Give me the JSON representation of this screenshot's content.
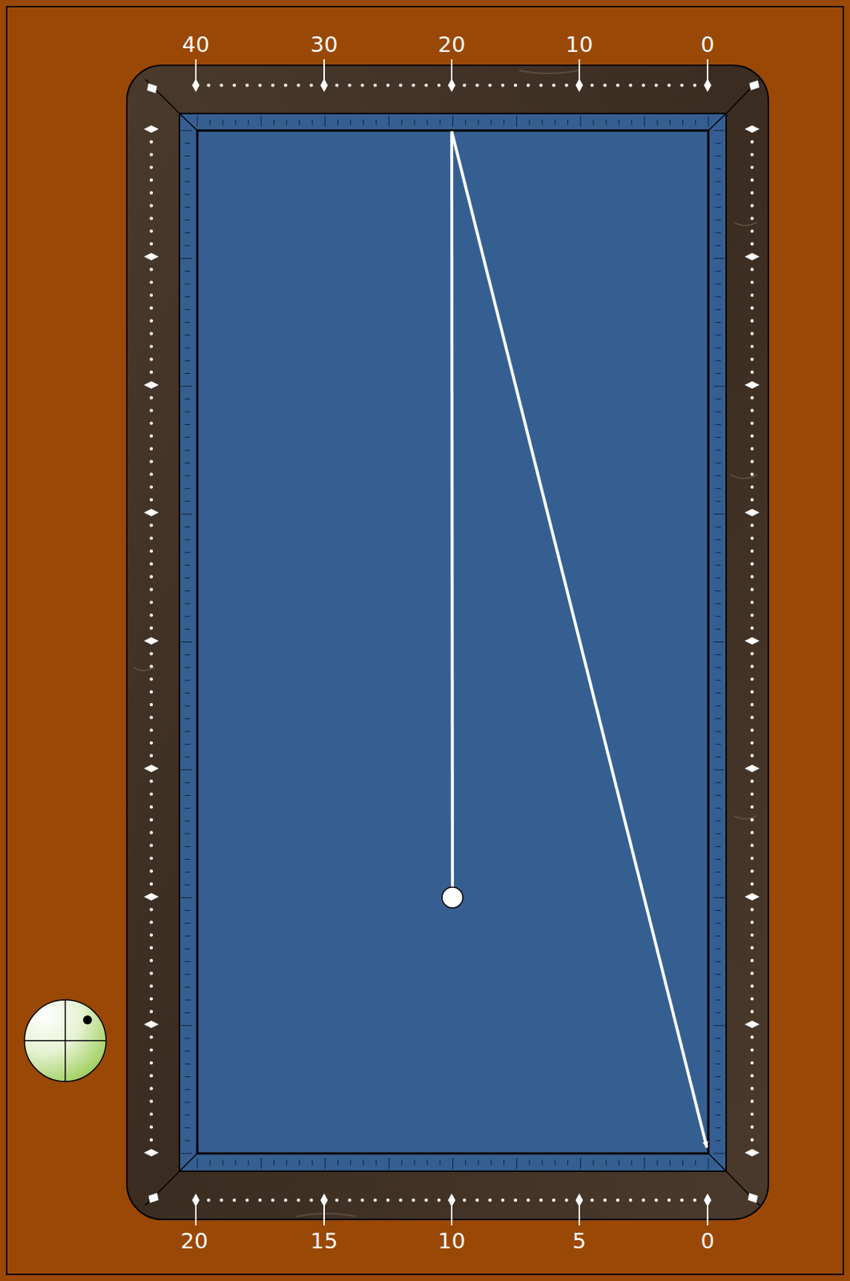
{
  "diagram": {
    "labels": [
      "40",
      "30",
      "20",
      "10",
      "0",
      "20",
      "15",
      "10",
      "5",
      "0"
    ]
  }
}
